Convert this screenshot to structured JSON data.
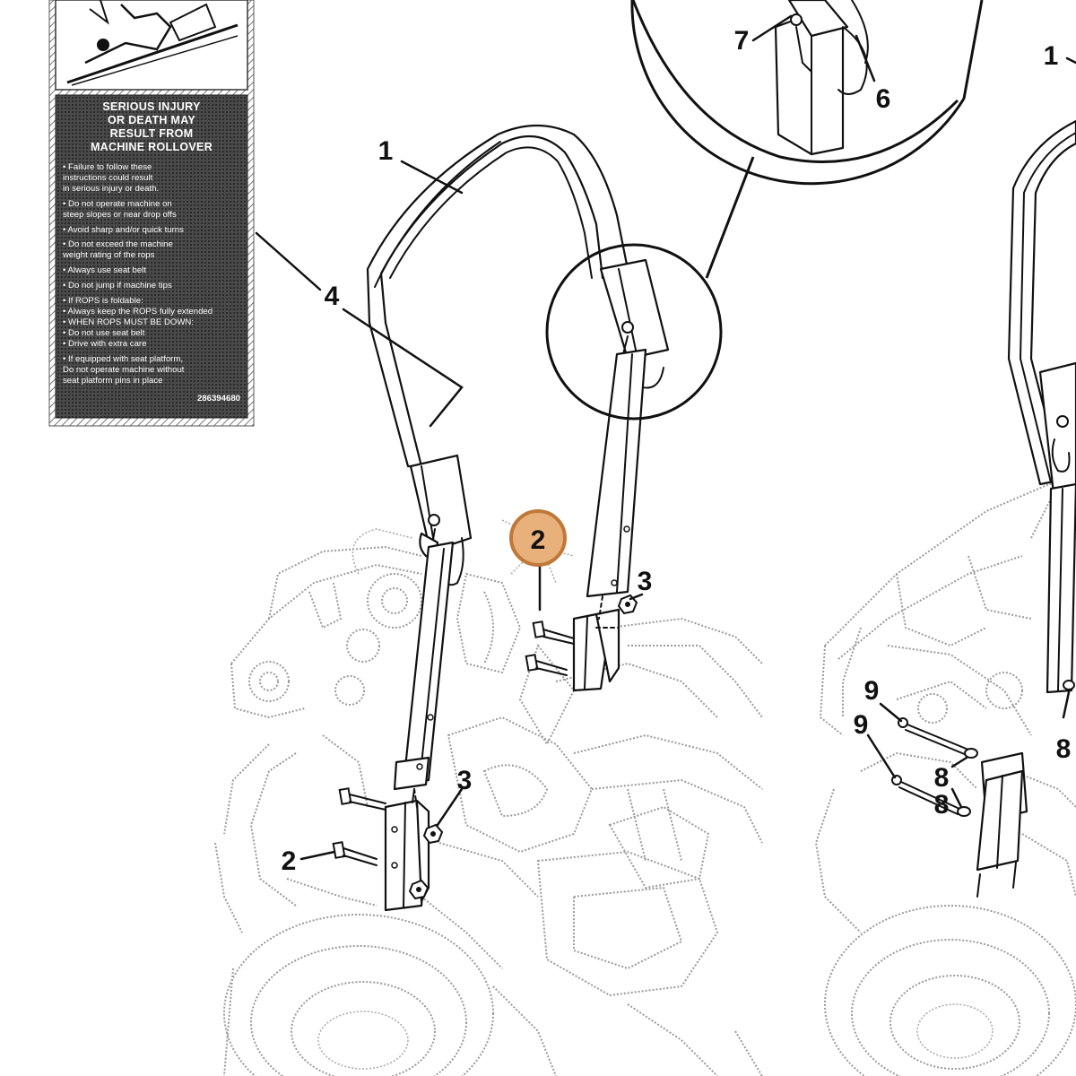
{
  "decal": {
    "title_lines": [
      "SERIOUS INJURY",
      "OR DEATH MAY",
      "RESULT FROM",
      "MACHINE ROLLOVER"
    ],
    "bullets": [
      "• Failure to follow these",
      "   instructions could result",
      "   in serious injury or death.",
      "• Do not operate machine on",
      "   steep slopes or near drop offs",
      "• Avoid sharp and/or quick turns",
      "• Do not exceed the machine",
      "   weight rating of the rops",
      "• Always use seat belt",
      "• Do not jump if machine tips",
      "• If ROPS is foldable:",
      "   • Always keep the ROPS fully extended",
      "   • WHEN ROPS MUST BE DOWN:",
      "      • Do not use seat belt",
      "      • Drive with extra care",
      "• If equipped with seat platform,",
      "   Do not operate machine without",
      "   seat platform pins in place"
    ],
    "part_number": "286394680"
  },
  "callouts": {
    "c1_left": "1",
    "c1_right": "1",
    "c2_highlight": "2",
    "c2_lower": "2",
    "c3_upper": "3",
    "c3_lower": "3",
    "c4": "4",
    "c6": "6",
    "c7": "7",
    "c8_a": "8",
    "c8_b": "8",
    "c9_a": "9",
    "c9_b": "9"
  },
  "colors": {
    "highlight_fill": "#E8B07A",
    "highlight_stroke": "#C07838",
    "ink": "#111111",
    "ghost": "#9a9a9a"
  }
}
